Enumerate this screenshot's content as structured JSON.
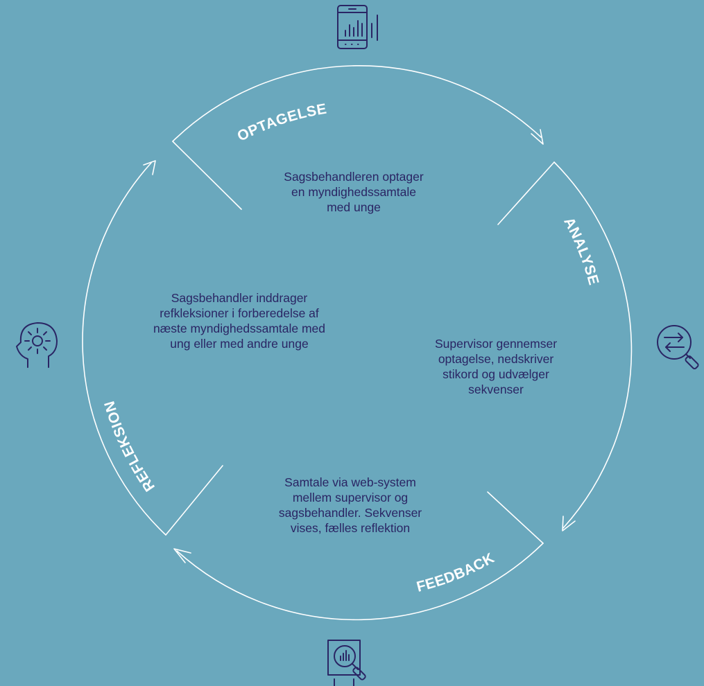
{
  "colors": {
    "background": "#6aa8bd",
    "arcs": "#ffffff",
    "text": "#2a2564",
    "icons": "#2a2564"
  },
  "phases": [
    {
      "id": "optagelse",
      "label": "OPTAGELSE",
      "icon": "smartphone-chart-icon",
      "description": [
        "Sagsbehandleren optager",
        "en myndighedssamtale",
        "med unge"
      ]
    },
    {
      "id": "analyse",
      "label": "ANALYSE",
      "icon": "magnifier-arrows-icon",
      "description": [
        "Supervisor gennemser",
        "optagelse, nedskriver",
        "stikord og udvælger",
        "sekvenser"
      ]
    },
    {
      "id": "feedback",
      "label": "FEEDBACK",
      "icon": "monitor-analytics-icon",
      "description": [
        "Samtale via web-system",
        "mellem supervisor og",
        "sagsbehandler. Sekvenser",
        "vises, fælles reflektion"
      ]
    },
    {
      "id": "refleksion",
      "label": "REFLEKSION",
      "icon": "head-idea-icon",
      "description": [
        "Sagsbehandler inddrager",
        "refkleksioner i forberedelse af",
        "næste myndighedssamtale med",
        "ung eller med andre unge"
      ]
    }
  ]
}
